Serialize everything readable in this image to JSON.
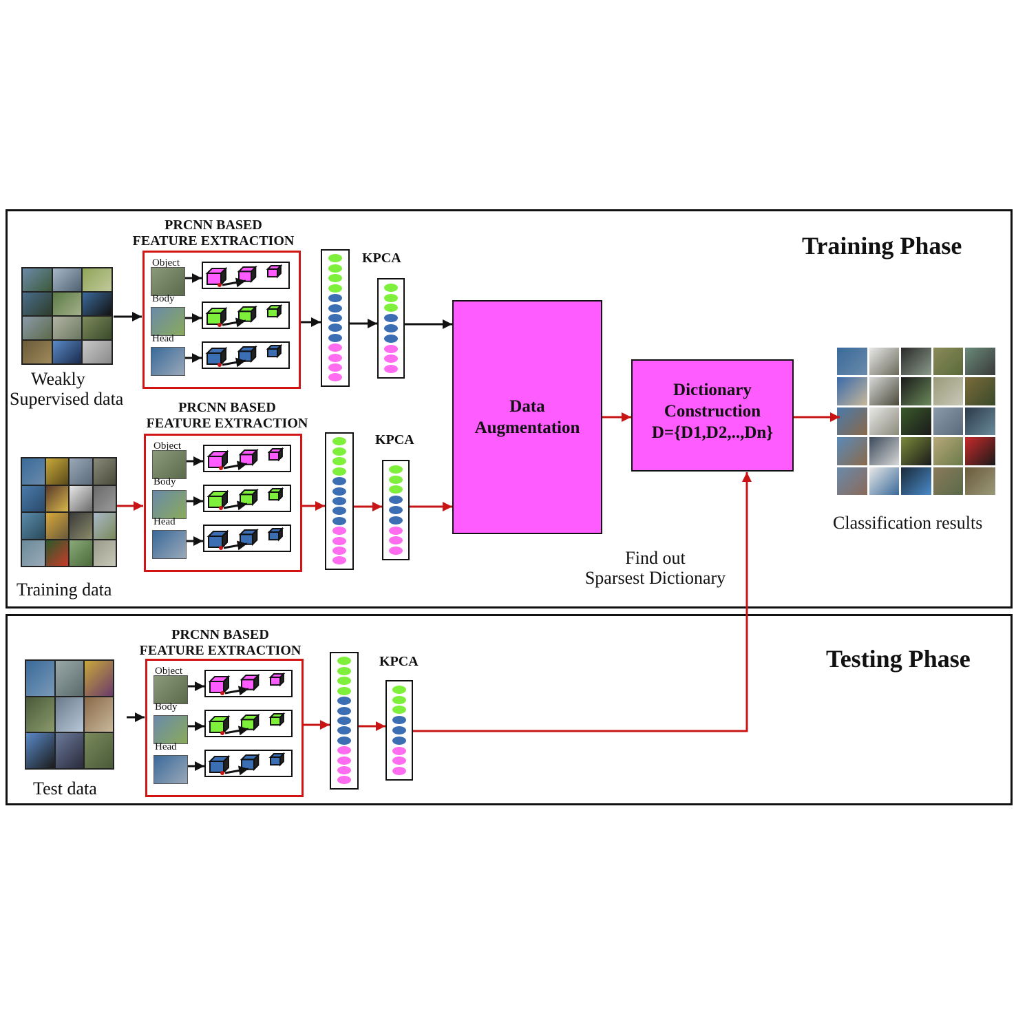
{
  "training_phase": {
    "title": "Training Phase",
    "weakly_caption_1": "Weakly",
    "weakly_caption_2": "Supervised  data",
    "training_caption": "Training data",
    "fe_title_1": "PRCNN BASED",
    "fe_title_2": "FEATURE EXTRACTION",
    "kpca": "KPCA",
    "rows": [
      "Object",
      "Body",
      "Head"
    ]
  },
  "testing_phase": {
    "title": "Testing Phase",
    "test_caption": "Test data",
    "fe_title_1": "PRCNN BASED",
    "fe_title_2": "FEATURE EXTRACTION",
    "kpca": "KPCA",
    "rows": [
      "Object",
      "Body",
      "Head"
    ]
  },
  "data_augmentation": {
    "line1": "Data",
    "line2": "Augmentation"
  },
  "dictionary": {
    "line1": "Dictionary",
    "line2": "Construction",
    "line3": "D={D1,D2,..,Dn}"
  },
  "sparsest_note": {
    "line1": "Find out",
    "line2": "Sparsest Dictionary"
  },
  "results_caption": "Classification results",
  "colors": {
    "magenta": "#ff5cff",
    "green": "#7ef03c",
    "blue": "#3c6eb4",
    "pink": "#ff6cf0",
    "red_arrow": "#c81414",
    "red_box": "#d21414"
  }
}
